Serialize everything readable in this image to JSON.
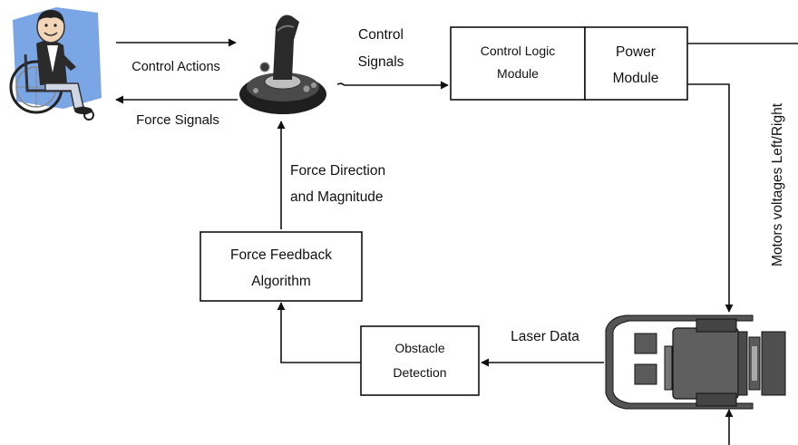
{
  "edges": {
    "control_actions": "Control Actions",
    "force_signals": "Force Signals",
    "control_signals_l1": "Control",
    "control_signals_l2": "Signals",
    "force_direction_l1": "Force Direction",
    "force_direction_l2": "and Magnitude",
    "laser_data": "Laser Data",
    "motors_voltages": "Motors voltages Left/Right"
  },
  "boxes": {
    "control_logic_l1": "Control Logic",
    "control_logic_l2": "Module",
    "power_l1": "Power",
    "power_l2": "Module",
    "force_feedback_l1": "Force Feedback",
    "force_feedback_l2": "Algorithm",
    "obstacle_l1": "Obstacle",
    "obstacle_l2": "Detection"
  },
  "colors": {
    "line": "#111111",
    "user_backdrop": "#7aa6e6",
    "wheelchair_body": "#555555",
    "joystick": "#222222"
  }
}
